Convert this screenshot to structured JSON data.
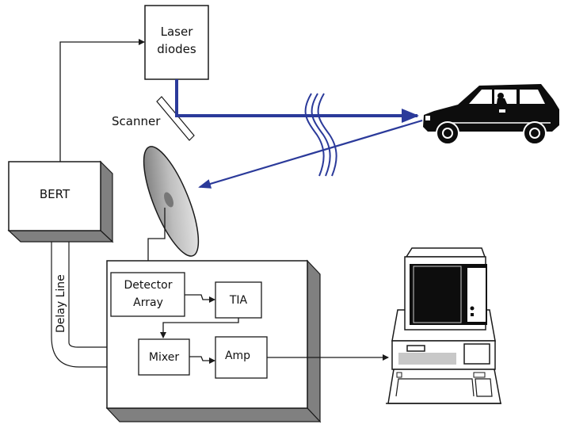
{
  "diagram": {
    "type": "block-diagram",
    "title": "",
    "colors": {
      "beam": "#2b3a9a",
      "line": "#1a1a1a",
      "shadow": "#808080"
    },
    "labels": {
      "laser": [
        "Laser",
        "diodes"
      ],
      "scanner": "Scanner",
      "bert": "BERT",
      "delay_line": "Delay Line",
      "detector": [
        "Detector",
        "Array"
      ],
      "tia": "TIA",
      "mixer": "Mixer",
      "amp": "Amp"
    },
    "icons": {
      "target": "car-icon",
      "receiver": "dish-icon",
      "output": "computer-icon"
    }
  }
}
